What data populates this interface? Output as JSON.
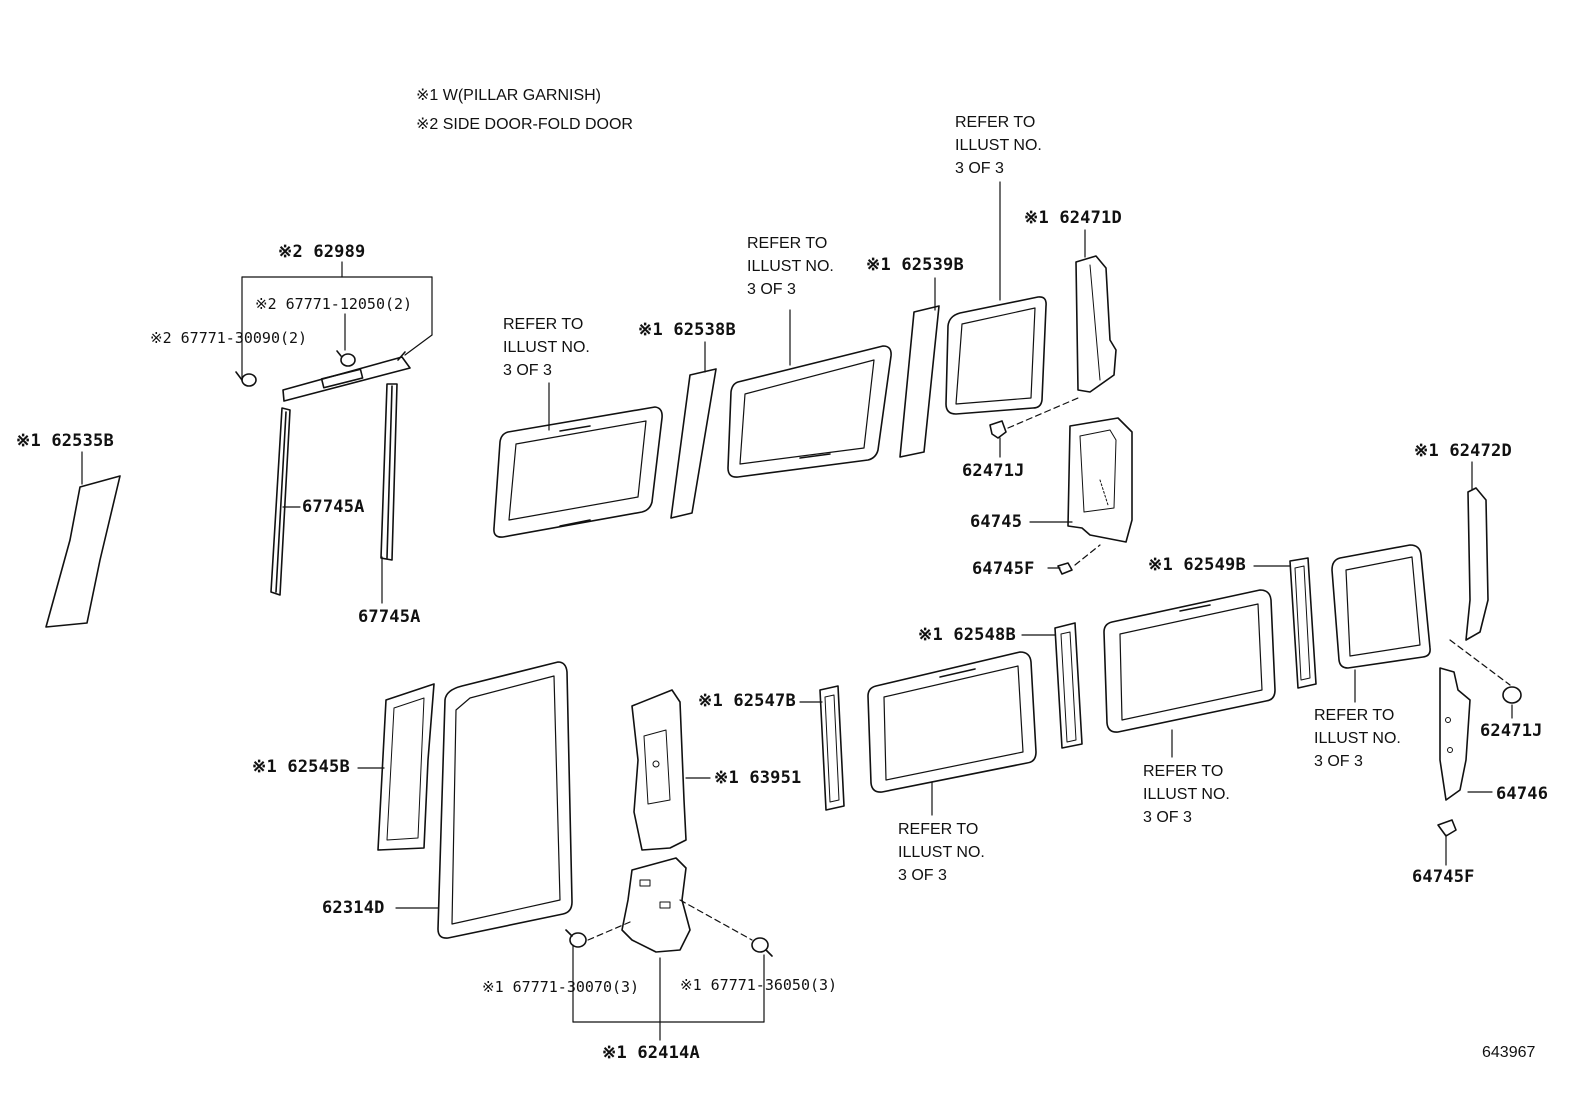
{
  "notes": {
    "note1": "※1 W(PILLAR GARNISH)",
    "note2": "※2 SIDE DOOR-FOLD DOOR"
  },
  "parts": {
    "p62989": "※2 62989",
    "p67771_12050": "※2 67771-12050(2)",
    "p67771_30090": "※2 67771-30090(2)",
    "p62535B": "※1 62535B",
    "p67745A_1": "67745A",
    "p67745A_2": "67745A",
    "p62538B": "※1 62538B",
    "p62539B": "※1 62539B",
    "p62471D": "※1 62471D",
    "p62471J_1": "62471J",
    "p64745": "64745",
    "p64745F_1": "64745F",
    "p62472D": "※1 62472D",
    "p62549B": "※1 62549B",
    "p62548B": "※1 62548B",
    "p62547B": "※1 62547B",
    "p62545B": "※1 62545B",
    "p63951": "※1 63951",
    "p62314D": "62314D",
    "p62471J_2": "62471J",
    "p64746": "64746",
    "p64745F_2": "64745F",
    "p67771_30070": "※1 67771-30070(3)",
    "p67771_36050": "※1 67771-36050(3)",
    "p62414A": "※1 62414A"
  },
  "refs": {
    "r1": "REFER TO\nILLUST NO.\n3 OF 3",
    "r2": "REFER TO\nILLUST NO.\n3 OF 3",
    "r3": "REFER TO\nILLUST NO.\n3 OF 3",
    "r4": "REFER TO\nILLUST NO.\n3 OF 3",
    "r5": "REFER TO\nILLUST NO.\n3 OF 3",
    "r6": "REFER TO\nILLUST NO.\n3 OF 3"
  },
  "diagram_code": "643967",
  "line_color": "#111111"
}
